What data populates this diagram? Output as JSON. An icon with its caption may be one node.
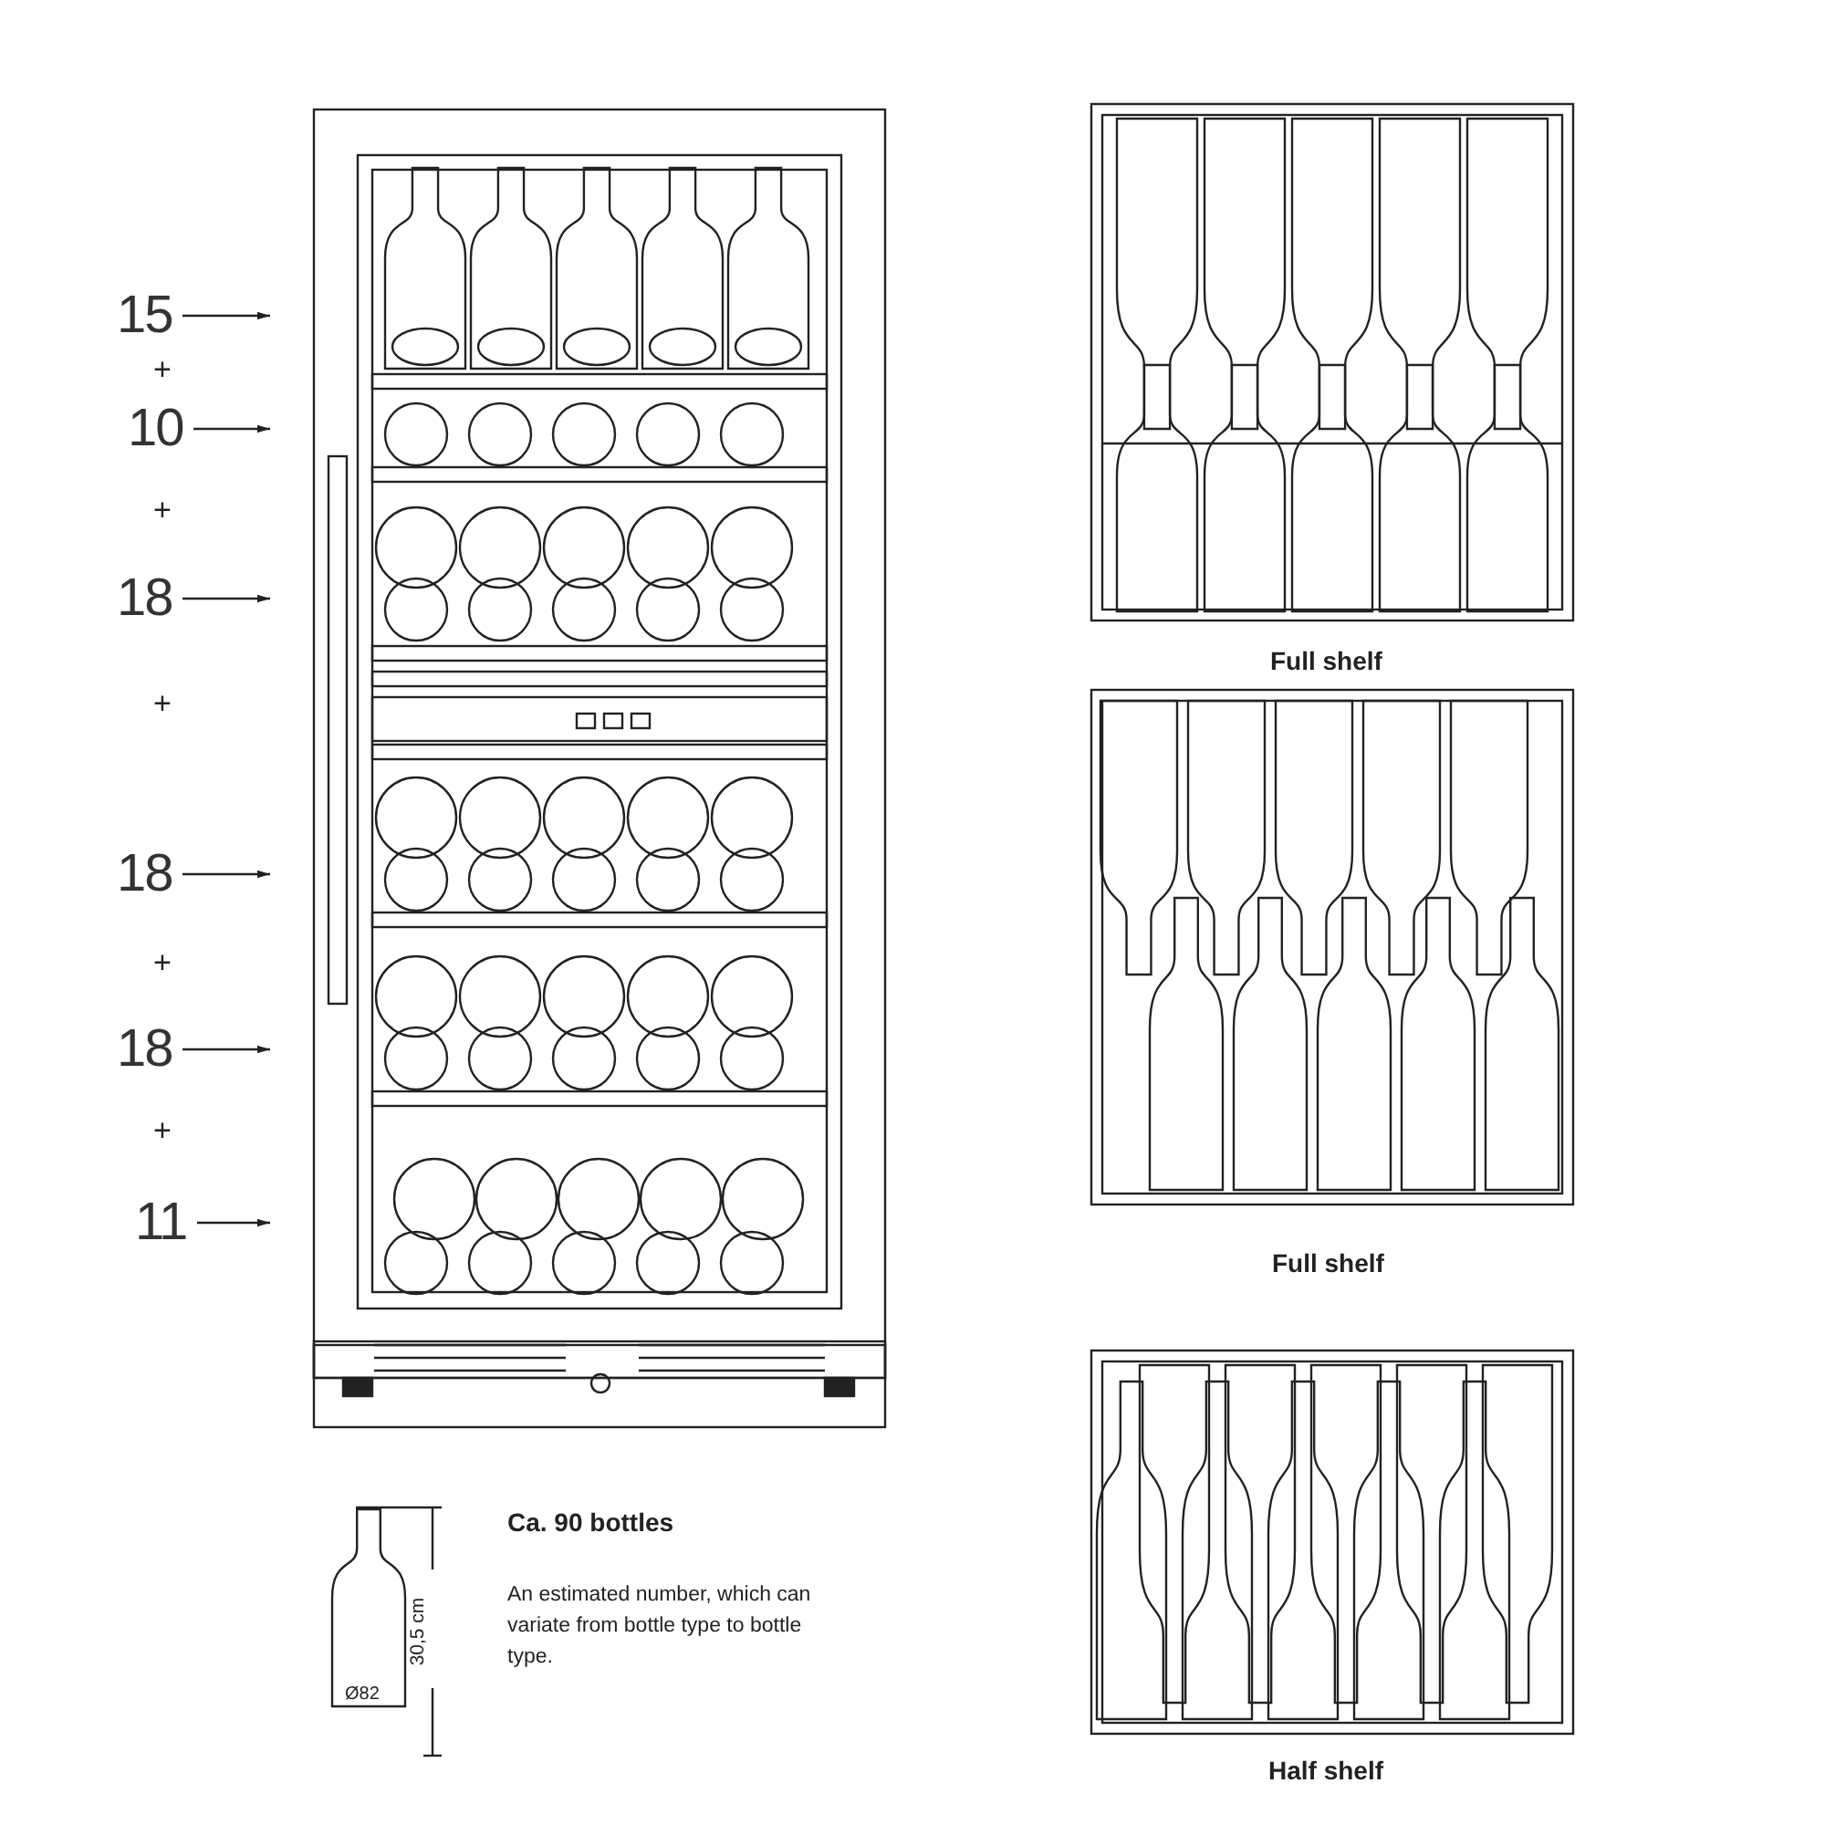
{
  "diagram": {
    "nodes": [
      {
        "text": [
          "15"
        ]
      },
      {
        "text": [
          "10"
        ]
      },
      {
        "text": [
          "18"
        ]
      },
      {
        "text": [
          "18"
        ]
      },
      {
        "text": [
          "18"
        ]
      },
      {
        "text": [
          "11"
        ]
      }
    ],
    "edges": [
      {
        "from": 0,
        "to": null,
        "arrow": "to"
      },
      {
        "from": 1,
        "to": null,
        "arrow": "to"
      },
      {
        "from": 2,
        "to": null,
        "arrow": "to"
      },
      {
        "from": 3,
        "to": null,
        "arrow": "to"
      },
      {
        "from": 4,
        "to": null,
        "arrow": "to"
      },
      {
        "from": 5,
        "to": null,
        "arrow": "to"
      }
    ],
    "labels": [
      "+",
      "+",
      "+",
      "+",
      "+",
      "Full shelf",
      "Full shelf",
      "Ca. 90 bottles",
      "An estimated number, which can variate from bottle type to bottle type.",
      "30,5 cm",
      "Ø82",
      "Half shelf"
    ]
  }
}
